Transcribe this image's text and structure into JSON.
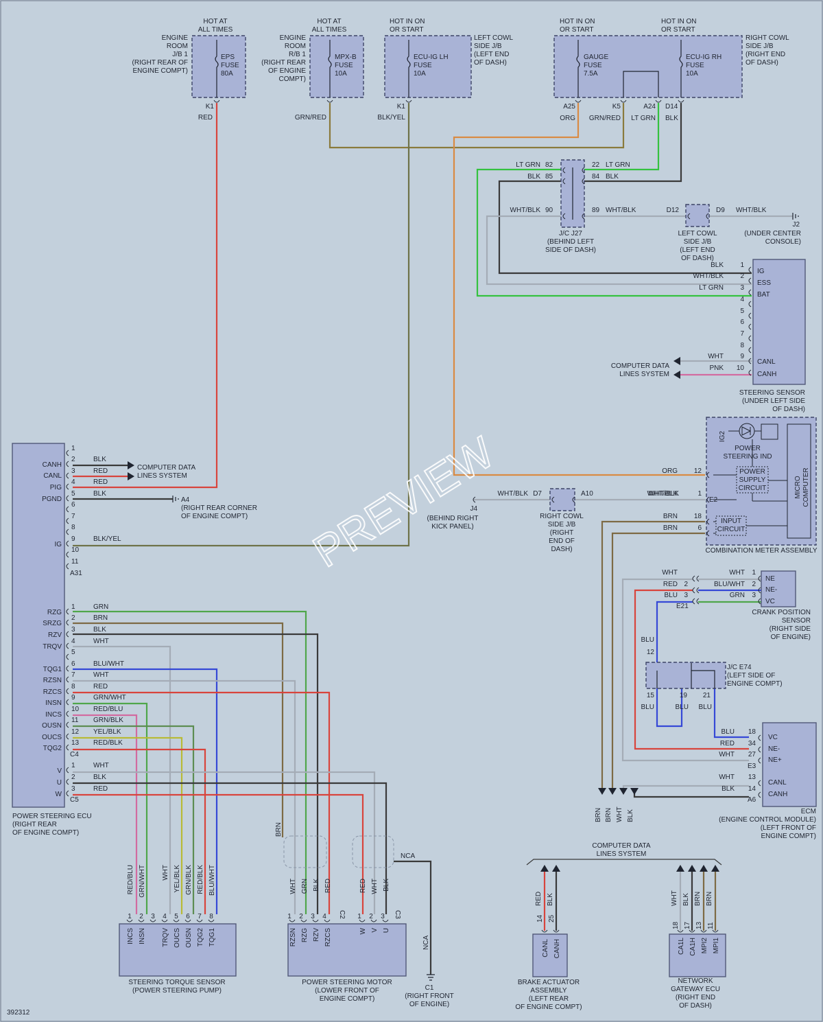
{
  "diagram_id": "392312",
  "watermark": "PREVIEW",
  "fuses": {
    "eps": {
      "hot": "HOT AT\nALL TIMES",
      "box": "ENGINE\nROOM\nJ/B 1\n(RIGHT REAR OF\nENGINE COMPT)",
      "name": "EPS\nFUSE\n80A",
      "pin": "K1",
      "wire": "RED"
    },
    "mpxb": {
      "hot": "HOT AT\nALL TIMES",
      "box": "ENGINE\nROOM\nR/B 1\n(RIGHT REAR\nOF ENGINE\nCOMPT)",
      "name": "MPX-B\nFUSE\n10A",
      "wire": "GRN/RED"
    },
    "ecuiglh": {
      "hot": "HOT IN ON\nOR START",
      "box": "LEFT COWL\nSIDE J/B\n(LEFT END\nOF DASH)",
      "name": "ECU-IG LH\nFUSE\n10A",
      "pin": "K1",
      "wire": "BLK/YEL"
    },
    "gauge": {
      "hot": "HOT IN ON\nOR START",
      "name": "GAUGE\nFUSE\n7.5A"
    },
    "ecuigrh": {
      "hot": "HOT IN ON\nOR START",
      "name": "ECU-IG RH\nFUSE\n10A"
    },
    "right_jb": "RIGHT COWL\nSIDE J/B\n(RIGHT END\nOF DASH)",
    "right_pins": {
      "a25": "A25",
      "k5": "K5",
      "a24": "A24",
      "d14": "D14"
    },
    "right_wires": {
      "org": "ORG",
      "grnred": "GRN/RED",
      "ltgrn": "LT GRN",
      "blk": "BLK"
    }
  },
  "jc_j27": {
    "label": "J/C J27\n(BEHIND LEFT\nSIDE OF DASH)",
    "pins": {
      "p82": "82",
      "p85": "85",
      "p90": "90",
      "p22": "22",
      "p84": "84",
      "p89": "89"
    },
    "wires": {
      "ltgrn": "LT GRN",
      "blk": "BLK",
      "whtblk": "WHT/BLK"
    }
  },
  "left_cowl": {
    "label": "LEFT COWL\nSIDE J/B\n(LEFT END\nOF DASH)",
    "d12": "D12",
    "d9": "D9",
    "wire": "WHT/BLK"
  },
  "ground_j2": {
    "pin": "J2",
    "label": "(UNDER CENTER\nCONSOLE)"
  },
  "steering_sensor": {
    "label": "STEERING SENSOR\n(UNDER LEFT SIDE\nOF DASH)",
    "pins": [
      "1",
      "2",
      "3",
      "4",
      "5",
      "6",
      "7",
      "8",
      "9",
      "10"
    ],
    "terminals": {
      "ig": "IG",
      "ess": "ESS",
      "bat": "BAT",
      "canl": "CANL",
      "canh": "CANH"
    },
    "wires": {
      "w1": "BLK",
      "w2": "WHT/BLK",
      "w3": "LT GRN",
      "w9": "WHT",
      "w10": "PNK"
    },
    "cds": "COMPUTER DATA\nLINES SYSTEM"
  },
  "ps_ecu": {
    "label": "POWER STEERING ECU\n(RIGHT REAR\nOF ENGINE COMPT)",
    "a31": {
      "connector": "A31",
      "pins": [
        "1",
        "2",
        "3",
        "4",
        "5",
        "6",
        "7",
        "8",
        "9",
        "10",
        "11"
      ],
      "terms": {
        "canh": "CANH",
        "canl": "CANL",
        "pig": "PIG",
        "pgnd": "PGND",
        "ig": "IG"
      },
      "wires": {
        "w2": "BLK",
        "w3": "RED",
        "w4": "RED",
        "w5": "BLK",
        "w9": "BLK/YEL"
      },
      "cds": "COMPUTER DATA\nLINES SYSTEM",
      "ground": "A4",
      "ground_label": "(RIGHT REAR CORNER\nOF ENGINE COMPT)"
    },
    "c4": {
      "connector": "C4",
      "rows": [
        {
          "pin": "1",
          "term": "RZG",
          "wire": "GRN"
        },
        {
          "pin": "2",
          "term": "SRZG",
          "wire": "BRN"
        },
        {
          "pin": "3",
          "term": "RZV",
          "wire": "BLK"
        },
        {
          "pin": "4",
          "term": "TRQV",
          "wire": "WHT"
        },
        {
          "pin": "5",
          "term": "",
          "wire": ""
        },
        {
          "pin": "6",
          "term": "TQG1",
          "wire": "BLU/WHT"
        },
        {
          "pin": "7",
          "term": "RZSN",
          "wire": "WHT"
        },
        {
          "pin": "8",
          "term": "RZCS",
          "wire": "RED"
        },
        {
          "pin": "9",
          "term": "INSN",
          "wire": "GRN/WHT"
        },
        {
          "pin": "10",
          "term": "INCS",
          "wire": "RED/BLU"
        },
        {
          "pin": "11",
          "term": "OUSN",
          "wire": "GRN/BLK"
        },
        {
          "pin": "12",
          "term": "OUCS",
          "wire": "YEL/BLK"
        },
        {
          "pin": "13",
          "term": "TQG2",
          "wire": "RED/BLK"
        }
      ]
    },
    "c5": {
      "connector": "C5",
      "rows": [
        {
          "pin": "1",
          "term": "V",
          "wire": "WHT"
        },
        {
          "pin": "2",
          "term": "U",
          "wire": "BLK"
        },
        {
          "pin": "3",
          "term": "W",
          "wire": "RED"
        }
      ]
    }
  },
  "j4": {
    "pin": "J4",
    "label": "(BEHIND RIGHT\nKICK PANEL)"
  },
  "right_cowl_d7": {
    "d7": "D7",
    "a10": "A10",
    "wire": "WHT/BLK",
    "label": "RIGHT COWL\nSIDE J/B\n(RIGHT\nEND OF\nDASH)"
  },
  "meter": {
    "label": "COMBINATION METER ASSEMBLY",
    "ig2": "IG2",
    "ind": "POWER\nSTEERING IND",
    "psu": "POWER\nSUPPLY\nCIRCUIT",
    "micro": "MICRO\nCOMPUTER",
    "input": "INPUT\nCIRCUIT",
    "p12": "12",
    "p1": "1",
    "e2": "E2",
    "p18": "18",
    "p6": "6",
    "w12": "ORG",
    "w1": "WHT/BLK",
    "w18": "BRN",
    "w6": "BRN"
  },
  "crank": {
    "label": "CRANK POSITION\nSENSOR\n(RIGHT SIDE\nOF ENGINE)",
    "connector": "E21",
    "terms": {
      "ne": "NE",
      "nem": "NE-",
      "vc": "VC"
    },
    "left": [
      {
        "wire": "WHT",
        "pin": ""
      },
      {
        "wire": "RED",
        "pin": "2"
      },
      {
        "wire": "BLU",
        "pin": "3"
      }
    ],
    "right": [
      {
        "wire": "WHT",
        "pin": "1"
      },
      {
        "wire": "BLU/WHT",
        "pin": "2"
      },
      {
        "wire": "GRN",
        "pin": "3"
      }
    ]
  },
  "jc_e74": {
    "label": "J/C E74\n(LEFT SIDE OF\nENGINE COMPT)",
    "p12": "12",
    "p15": "15",
    "p19": "19",
    "p21": "21",
    "wire": "BLU"
  },
  "ecm": {
    "label": "ECM\n(ENGINE CONTROL MODULE)\n(LEFT FRONT OF\nENGINE COMPT)",
    "e3": "E3",
    "a6": "A6",
    "rows": [
      {
        "pin": "18",
        "term": "VC",
        "wire": "BLU"
      },
      {
        "pin": "34",
        "term": "NE-",
        "wire": "RED"
      },
      {
        "pin": "27",
        "term": "NE+",
        "wire": "WHT"
      },
      {
        "pin": "13",
        "term": "CANL",
        "wire": "WHT"
      },
      {
        "pin": "14",
        "term": "CANH",
        "wire": "BLK"
      }
    ]
  },
  "bus_wires": [
    "BRN",
    "BRN",
    "WHT",
    "BLK"
  ],
  "cds_main": "COMPUTER DATA\nLINES SYSTEM",
  "torque_sensor": {
    "label": "STEERING TORQUE SENSOR\n(POWER STEERING PUMP)",
    "pins": [
      "1",
      "2",
      "3",
      "4",
      "5",
      "6",
      "7",
      "8"
    ],
    "terms": [
      "INCS",
      "INSN",
      "",
      "TRQV",
      "OUCS",
      "OUSN",
      "TQG2",
      "TQG1"
    ],
    "wires": [
      "RED/BLU",
      "GRN/WHT",
      "",
      "WHT",
      "YEL/BLK",
      "GRN/BLK",
      "RED/BLK",
      "BLU/WHT"
    ]
  },
  "ps_motor": {
    "label": "POWER STEERING MOTOR\n(LOWER FRONT OF\nENGINE COMPT)",
    "c2": "C2",
    "c3": "C3",
    "brn": "BRN",
    "nca": "NCA",
    "c2pins": [
      "1",
      "2",
      "3",
      "4"
    ],
    "c2terms": [
      "RZSN",
      "RZG",
      "RZV",
      "RZCS"
    ],
    "c2wires": [
      "WHT",
      "GRN",
      "BLK",
      "RED"
    ],
    "c3pins": [
      "1",
      "2",
      "3"
    ],
    "c3terms": [
      "W",
      "V",
      "U"
    ],
    "c3wires": [
      "RED",
      "WHT",
      "BLK"
    ]
  },
  "ground_c1": {
    "pin": "C1",
    "label": "(RIGHT FRONT\nOF ENGINE)",
    "nca": "NCA"
  },
  "brake": {
    "label": "BRAKE ACTUATOR\nASSEMBLY\n(LEFT REAR\nOF ENGINE COMPT)",
    "pins": [
      "14",
      "25"
    ],
    "terms": [
      "CANL",
      "CANH"
    ],
    "wires": [
      "RED",
      "BLK"
    ]
  },
  "gateway": {
    "label": "NETWORK\nGATEWAY ECU\n(RIGHT END\nOF DASH)",
    "pins": [
      "18",
      "17",
      "13",
      "11"
    ],
    "terms": [
      "CA1L",
      "CA1H",
      "MPI2",
      "MPI1"
    ],
    "wires": [
      "WHT",
      "BLK",
      "BRN",
      "BRN"
    ]
  },
  "colors": {
    "red": "#d8443c",
    "grn": "#4fa64a",
    "ltgrn": "#34c23f",
    "blk": "#3a3a3a",
    "wht": "#a4acb6",
    "brn": "#7d6a44",
    "blu": "#3548d6",
    "org": "#d98a43",
    "grnred": "#8a7a3c",
    "blkyel": "#6e7248",
    "grnblk": "#5d8d52",
    "yelblk": "#b8ba36",
    "pnk": "#d26ba0"
  }
}
